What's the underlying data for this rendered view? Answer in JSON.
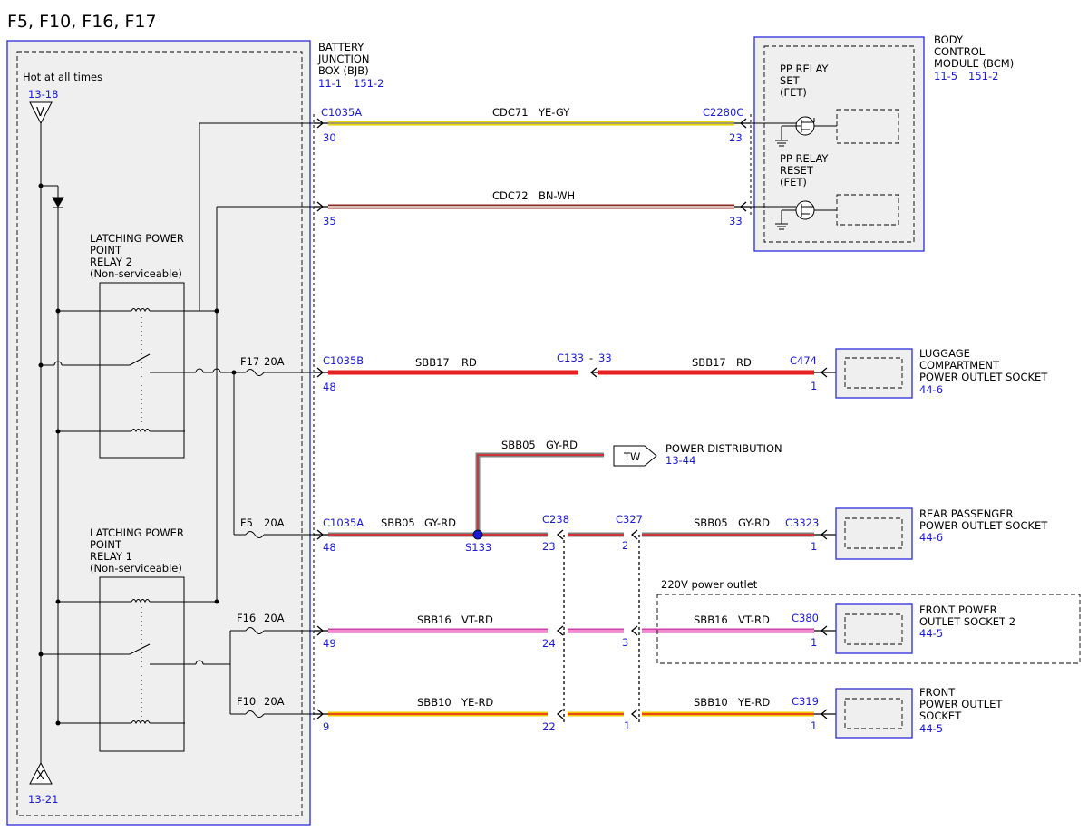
{
  "page": {
    "title": "F5, F10, F16, F17",
    "hot_label": "Hot at all times",
    "ref_top": "13-18",
    "ref_bottom": "13-21",
    "sym_top": "V",
    "sym_bottom": "X"
  },
  "colors": {
    "reference_text": "#1a1ad6",
    "box_outline": "#2b2bd8",
    "box_fill": "#efefef",
    "splice": "#1a1ad6"
  },
  "bjb": {
    "name": [
      "BATTERY",
      "JUNCTION",
      "BOX (BJB)"
    ],
    "ref_a": "11-1",
    "ref_b": "151-2"
  },
  "bcm": {
    "name": [
      "BODY",
      "CONTROL",
      "MODULE (BCM)"
    ],
    "ref_a": "11-5",
    "ref_b": "151-2",
    "relay_set": [
      "PP RELAY",
      "SET",
      "(FET)"
    ],
    "relay_reset": [
      "PP RELAY",
      "RESET",
      "(FET)"
    ]
  },
  "relays": {
    "relay2": [
      "LATCHING POWER",
      "POINT",
      "RELAY 2",
      "(Non-serviceable)"
    ],
    "relay1": [
      "LATCHING POWER",
      "POINT",
      "RELAY 1",
      "(Non-serviceable)"
    ]
  },
  "fuses": [
    {
      "name": "F17",
      "rating": "20A"
    },
    {
      "name": "F5",
      "rating": "20A"
    },
    {
      "name": "F16",
      "rating": "20A"
    },
    {
      "name": "F10",
      "rating": "20A"
    }
  ],
  "connectors": {
    "c1035a_top": {
      "name": "C1035A",
      "pin": "30"
    },
    "c1035a_35": "35",
    "c2280c": {
      "name": "C2280C",
      "pin": "23"
    },
    "c2280c_33": "33",
    "c1035b": {
      "name": "C1035B",
      "pin": "48"
    },
    "c133": {
      "name": "C133",
      "dash": "-",
      "pin": "33"
    },
    "c474": {
      "name": "C474",
      "pin": "1"
    },
    "c1035a_mid": {
      "name": "C1035A",
      "pin": "48"
    },
    "s133": "S133",
    "c238": {
      "name": "C238",
      "pin": "23"
    },
    "c327": {
      "name": "C327",
      "pin": "2"
    },
    "c3323": {
      "name": "C3323",
      "pin": "1"
    },
    "pin_49": "49",
    "pin_24": "24",
    "pin_3": "3",
    "c380": {
      "name": "C380",
      "pin": "1"
    },
    "pin_9": "9",
    "pin_22": "22",
    "pin_1_c327": "1",
    "c319": {
      "name": "C319",
      "pin": "1"
    }
  },
  "wires": [
    {
      "circuit": "CDC71",
      "color": "YE-GY",
      "base": "#e6d200",
      "stripe": "#8f8f8f"
    },
    {
      "circuit": "CDC72",
      "color": "BN-WH",
      "base": "#8b2a1f",
      "stripe": "#f2f2f2"
    },
    {
      "circuit": "SBB17",
      "color": "RD",
      "base": "#e61e1e",
      "stripe": ""
    },
    {
      "circuit": "SBB05",
      "color": "GY-RD",
      "base": "#7f7f7f",
      "stripe": "#e61e1e"
    },
    {
      "circuit": "SBB16",
      "color": "VT-RD",
      "base": "#d040a8",
      "stripe": "#e61e1e"
    },
    {
      "circuit": "SBB10",
      "color": "YE-RD",
      "base": "#f0c800",
      "stripe": "#e61e1e"
    }
  ],
  "components": {
    "luggage": {
      "name": [
        "LUGGAGE",
        "COMPARTMENT",
        "POWER OUTLET SOCKET"
      ],
      "ref": "44-6"
    },
    "power_dist": {
      "name": "POWER DISTRIBUTION",
      "ref": "13-44",
      "symbol": "TW"
    },
    "rear_passenger": {
      "name": [
        "REAR PASSENGER",
        "POWER OUTLET SOCKET"
      ],
      "ref": "44-6"
    },
    "outlet_220v": "220V power outlet",
    "front_socket2": {
      "name": [
        "FRONT POWER",
        "OUTLET SOCKET 2"
      ],
      "ref": "44-5"
    },
    "front_socket": {
      "name": [
        "FRONT",
        "POWER OUTLET",
        "SOCKET"
      ],
      "ref": "44-5"
    }
  }
}
